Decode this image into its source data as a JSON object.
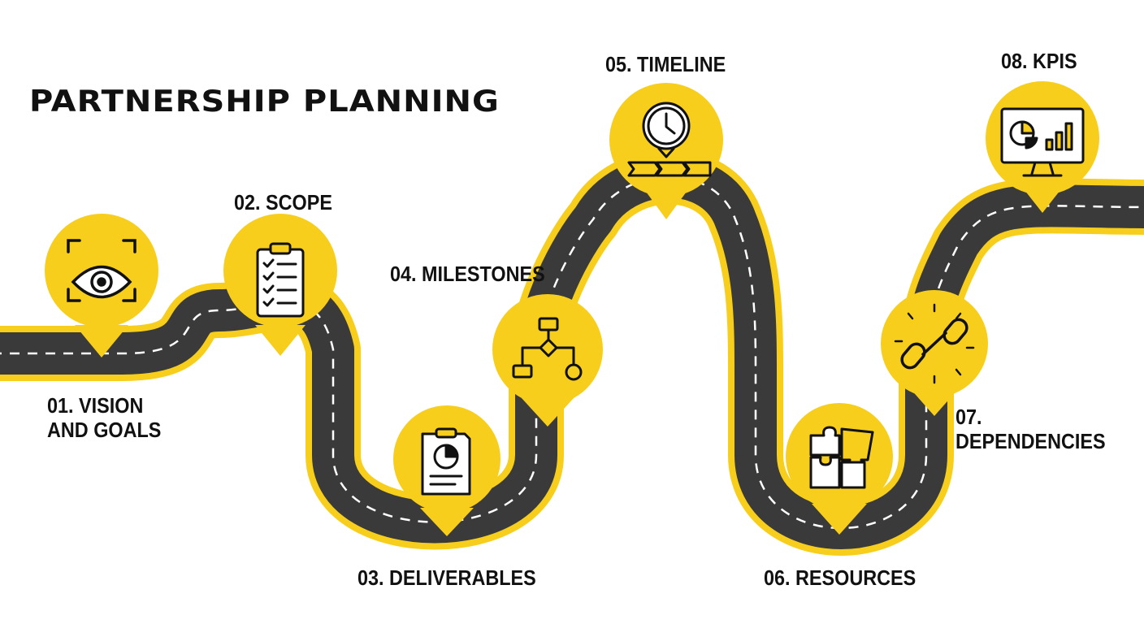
{
  "title": "PARTNERSHIP PLANNING",
  "colors": {
    "accent": "#F7CE1B",
    "road": "#3A3A3A",
    "lane": "#FFFFFF",
    "ink": "#111111",
    "background": "#FFFFFF"
  },
  "steps": [
    {
      "label_lines": [
        "01. VISION",
        "AND GOALS"
      ],
      "icon": "eye-icon"
    },
    {
      "label_lines": [
        "02. SCOPE"
      ],
      "icon": "clipboard-checklist-icon"
    },
    {
      "label_lines": [
        "03. DELIVERABLES"
      ],
      "icon": "report-chart-icon"
    },
    {
      "label_lines": [
        "04. MILESTONES"
      ],
      "icon": "flowchart-icon"
    },
    {
      "label_lines": [
        "05. TIMELINE"
      ],
      "icon": "clock-timeline-icon"
    },
    {
      "label_lines": [
        "06. RESOURCES"
      ],
      "icon": "puzzle-icon"
    },
    {
      "label_lines": [
        "07.",
        "DEPENDENCIES"
      ],
      "icon": "chain-link-icon"
    },
    {
      "label_lines": [
        "08. KPIS"
      ],
      "icon": "dashboard-monitor-icon"
    }
  ]
}
